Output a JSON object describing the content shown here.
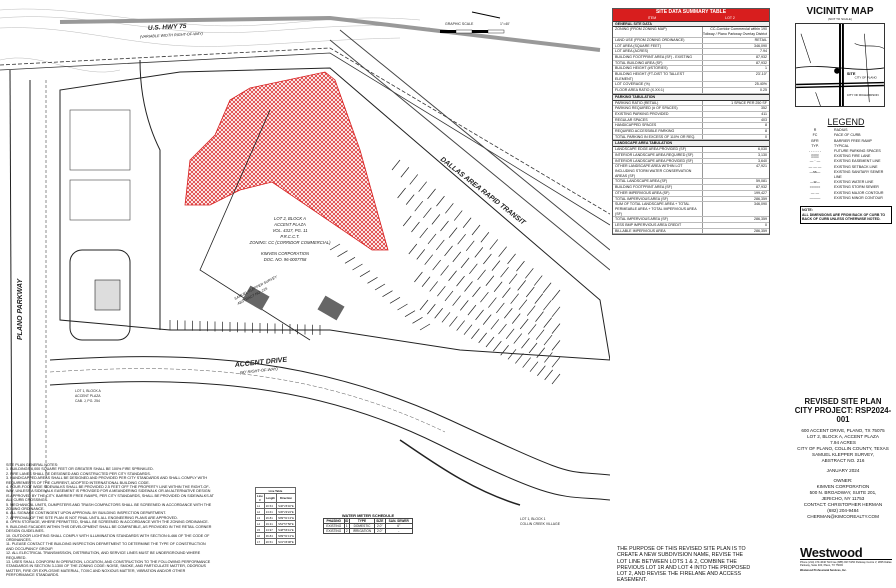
{
  "plan": {
    "highway": "U.S. HWY 75",
    "highway_row": "(VARIABLE WIDTH RIGHT-OF-WAY)",
    "rail": "DALLAS AREA RAPID TRANSIT",
    "parkway": "PLANO PARKWAY",
    "accent_drive": "ACCENT DRIVE",
    "accent_row": "(80' RIGHT-OF-WAY)",
    "lot_lines": [
      "LOT 2, BLOCK A",
      "ACCENT PLAZA",
      "VOL. 4317, PG. 11",
      "P.R.C.C.T.",
      "ZONING: CC (CORRIDOR COMMERCIAL)"
    ],
    "owner_lines": [
      "KIMVEN CORPORATION",
      "DOC. NO. 96-0007758"
    ],
    "survey_lines": [
      "SAMUEL KLEPPER SURVEY",
      "ABSTRACT NO. 216"
    ],
    "lot1_lines": [
      "LOT 1, BLOCK A",
      "ACCENT PLAZA",
      "CAB. J, PG. 254"
    ],
    "lot1b_lines": [
      "LOT 1, BLOCK 1",
      "COLLIN CREEK VILLAGE"
    ],
    "graphic_scale": "GRAPHIC SCALE",
    "scale_ratio": "1\"=40'",
    "hatch_color": "#d81e1e"
  },
  "site_data": {
    "title": "SITE DATA SUMMARY TABLE",
    "col_item": "ITEM",
    "col_lot": "LOT 2",
    "sections": [
      {
        "name": "GENERAL SITE DATA",
        "rows": [
          [
            "ZONING (FROM ZONING MAP)",
            "CC-Corridor Commercial within 190 Tollway / Plano Parkway Overlay District"
          ],
          [
            "LAND USE (FROM ZONING ORDINANCE)",
            "RETAIL"
          ],
          [
            "LOT AREA (SQUARE FEET)",
            "346,090"
          ],
          [
            "LOT AREA (ACRES)",
            "7.94"
          ],
          [
            "BUILDING FOOTPRINT AREA (SF) - EXISTING",
            "87,932"
          ],
          [
            "TOTAL BUILDING AREA (SF)",
            "87,932"
          ],
          [
            "BUILDING HEIGHT (#STORIES)",
            "1"
          ],
          [
            "BUILDING HEIGHT (FT-DIST TO TALLEST ELEMENT)",
            "23'-10\""
          ],
          [
            "LOT COVERAGE (%)",
            "25.40%"
          ],
          [
            "FLOOR AREA RATIO (X.XX:1)",
            "0.25"
          ]
        ]
      },
      {
        "name": "PARKING TABULATION",
        "rows": [
          [
            "PARKING RATIO (RETAIL)",
            "1 SPACE PER 250 SF"
          ],
          [
            "PARKING REQUIRED (# OF SPACES)",
            "352"
          ],
          [
            "EXISTING PARKING PROVIDED",
            "411"
          ],
          [
            "REGULAR SPACES",
            "403"
          ],
          [
            "HANDICAPPED SPACES",
            "8"
          ],
          [
            "REQUIRED ACCESSIBLE PARKING",
            "8"
          ],
          [
            "TOTAL PARKING IN EXCESS OF 110% OR REQ.",
            "0"
          ]
        ]
      },
      {
        "name": "LANDSCAPE AREA TABULATION",
        "rows": [
          [
            "LANDSCAPE EDGE AREA PROVIDED (SF)",
            "6,030"
          ],
          [
            "INTERIOR LANDSCAPE AREA REQUIRED (SF)",
            "3,130"
          ],
          [
            "INTERIOR LANDSCAPE AREA PROVIDED (SF)",
            "3,640"
          ],
          [
            "OTHER LANDSCAPE AREA WITHIN LOT INCLUDING STORM WATER CONSERVATION AREAS (SF)",
            "47,921"
          ],
          [
            "TOTAL LANDSCAPE AREA (SF)",
            "59,081"
          ],
          [
            "BUILDING FOOTPRINT AREA (SF)",
            "87,932"
          ],
          [
            "OTHER IMPERVIOUS AREA (SF)",
            "199,427"
          ],
          [
            "TOTAL IMPERVIOUS AREA (SF)",
            "286,359"
          ],
          [
            "SUM OF TOTAL LANDSCAPE AREA + TOTAL PERMEABLE AREA + TOTAL IMPERVIOUS AREA (SF)",
            "346,090"
          ],
          [
            "TOTAL IMPERVIOUS AREA (SF)",
            "286,359"
          ],
          [
            "LESS BMP IMPERVIOUS AREA CREDIT",
            "0"
          ],
          [
            "BILLABLE IMPERVIOUS AREA",
            "286,359"
          ]
        ]
      }
    ]
  },
  "vicinity": {
    "title": "VICINITY MAP",
    "subtitle": "(NOT TO SCALE)",
    "site": "SITE",
    "city1": "CITY OF PLANO",
    "city2": "CITY OF RICHARDSON"
  },
  "legend": {
    "title": "LEGEND",
    "items": [
      [
        "R",
        "RADIUS"
      ],
      [
        "FC",
        "FACE OF CURB"
      ],
      [
        "BFR",
        "BARRIER FREE RAMP"
      ],
      [
        "TYP.",
        "TYPICAL"
      ],
      [
        "- - - - - -",
        "FUTURE PARKING SPACES"
      ],
      [
        "▒▒▒",
        "EXISTING FIRE LANE"
      ],
      [
        "— · —",
        "EXISTING EASEMENT LINE"
      ],
      [
        "— — —",
        "EXISTING SETBACK LINE"
      ],
      [
        "—ss—",
        "EXISTING SANITARY SEWER LINE"
      ],
      [
        "—w—",
        "EXISTING WATER LINE"
      ],
      [
        "=====",
        "EXISTING STORM SEWER"
      ],
      [
        "— —",
        "EXISTING MAJOR CONTOUR"
      ],
      [
        "———",
        "EXISTING MINOR CONTOUR"
      ]
    ],
    "note_title": "NOTE:",
    "note": "ALL DIMENSIONS ARE FROM BACK OF CURB TO BACK OF CURB UNLESS OTHERWISE NOTED."
  },
  "title_block": {
    "title": "REVISED SITE PLAN",
    "project": "CITY PROJECT: RSP2024-001",
    "address_lines": [
      "600 ACCENT DRIVE, PLANO, TX 75075",
      "LOT 2, BLOCK A, ACCENT PLAZA",
      "7.94 ACRES",
      "CITY OF PLANO, COLLIN COUNTY, TEXAS",
      "SAMUEL KLEPPER SURVEY,",
      "ABSTRACT NO. 216"
    ],
    "date": "JANUARY 2024",
    "owner_lines": [
      "OWNER:",
      "KIMVEN CORPORATION",
      "500 N. BROADWAY, SUITE 201,",
      "JERICHO, NY 11753",
      "CONTACT: CHRISTOPHER HERMAN",
      "(682) 204-9484",
      "CHERMAN@KIMCOREALTY.COM"
    ]
  },
  "purpose": "THE PURPOSE OF THIS REVISED SITE PLAN IS TO CREATE A NEW SUBDIVISION NAME, REVISE THE LOT LINE BETWEEN LOTS 1 & 2, COMBINE THE PREVIOUS LOT 1R AND LOT 4 INTO THE PROPOSED LOT 2, AND REVISE THE FIRELANE AND ACCESS EASEMENT.",
  "firm": {
    "name": "Westwood",
    "contact": "Phone (214) 473-4640  Toll Free (888) 937-5150  Parkway Centre V, 2805 Dallas Parkway, Suite 400, Plano, TX 75093",
    "legal": "Westwood Professional Services, Inc."
  },
  "notes": {
    "title": "SITE PLAN GENERAL NOTES:",
    "items": [
      "1. BUILDINGS 6,000 SQUARE FEET OR GREATER SHALL BE 100% FIRE SPRINKLED.",
      "2. FIRE LANES SHALL BE DESIGNED AND CONSTRUCTED PER CITY STANDARDS.",
      "3. HANDICAPPED AREAS SHALL BE DESIGNED AND PROVIDED PER CITY STANDARDS AND SHALL COMPLY WITH REQUIREMENTS OF THE CURRENT, ADOPTED INTERNATIONAL BUILDING CODE.",
      "4. FOUR-FOOT WIDE SIDEWALKS SHALL BE PROVIDED 2.5 FEET OFF THE PROPERTY LINE WITHIN THE RIGHT-OF-WAY, UNLESS A SIDEWALK EASEMENT IS PROVIDED FOR A MEANDERING SIDEWALK OR AN ALTERNATIVE DESIGN IS APPROVED BY THE CITY. BARRIER FREE RAMPS, PER CITY STANDARDS, SHALL BE PROVIDED ON SIDEWALKS AT ALL CURB CROSSINGS.",
      "5. MECHANICAL UNITS, DUMPSTERS AND TRASH COMPACTORS SHALL BE SCREENED IN ACCORDANCE WITH THE ZONING ORDINANCE.",
      "6. ALL SIGNAGE CONTINGENT UPON APPROVAL BY BUILDING INSPECTION DEPARTMENT.",
      "7. APPROVAL OF THE SITE PLAN IS NOT FINAL UNTIL ALL ENGINEERING PLANS ARE APPROVED.",
      "8. OPEN STORAGE, WHERE PERMITTED, SHALL BE SCREENED IN ACCORDANCE WITH THE ZONING ORDINANCE.",
      "9. BUILDING FACADES WITHIN THIS DEVELOPMENT SHALL BE COMPATIBLE, AS PROVIDED IN THE RETAIL CORNER DESIGN GUIDELINES.",
      "10. OUTDOOR LIGHTING SHALL COMPLY WITH ILLUMINATION STANDARDS WITH SECTION 6-466 OF THE CODE OF ORDINANCES.",
      "11. PLEASE CONTACT THE BUILDING INSPECTION DEPARTMENT TO DETERMINE THE TYPE OF CONSTRUCTION AND OCCUPANCY GROUP.",
      "12. ALL ELECTRICAL TRANSMISSION, DISTRIBUTION, AND SERVICE LINES MUST BE UNDERGROUND WHERE REQUIRED.",
      "13. USES SHALL CONFORM IN OPERATION, LOCATION, AND CONSTRUCTION TO THE FOLLOWING PERFORMANCE STANDARDS IN SECTION 3-1300 OF THE ZONING CODE: NOISE, SMOKE, AND PARTICULATE MATTER, ODOROUS MATTER, FIRE OR EXPLOSIVE MATERIAL, TOXIC AND NOXIOUS MATTER, VIBRATION AND/OR OTHER PERFORMANCE STANDARDS."
    ]
  },
  "line_table": {
    "title": "Line Table",
    "headers": [
      "Line #",
      "Length",
      "Direction"
    ],
    "rows": [
      [
        "L1",
        "20.54",
        "S46°26'40\"E"
      ],
      [
        "L2",
        "13.61",
        "S36°29'24\"E"
      ],
      [
        "L3",
        "26.81",
        "N89°51'13\"E"
      ],
      [
        "L4",
        "19.31",
        "S54°57'58\"E"
      ],
      [
        "L5",
        "13.97",
        "S48°56'41\"E"
      ],
      [
        "L6",
        "36.84",
        "N89°51'13\"E"
      ],
      [
        "L7",
        "20.51",
        "S31°06'08\"E"
      ]
    ]
  },
  "water_meter": {
    "title": "WATER METER SCHEDULE",
    "headers": [
      "PHASING",
      "ID",
      "TYPE",
      "SIZE",
      "SAN. SEWER"
    ],
    "rows": [
      [
        "EXISTING",
        "1",
        "DOMESTIC",
        "2.0\"",
        "6\""
      ],
      [
        "EXISTING",
        "2",
        "IRRIGATION",
        "2.0\"",
        "-"
      ]
    ]
  }
}
